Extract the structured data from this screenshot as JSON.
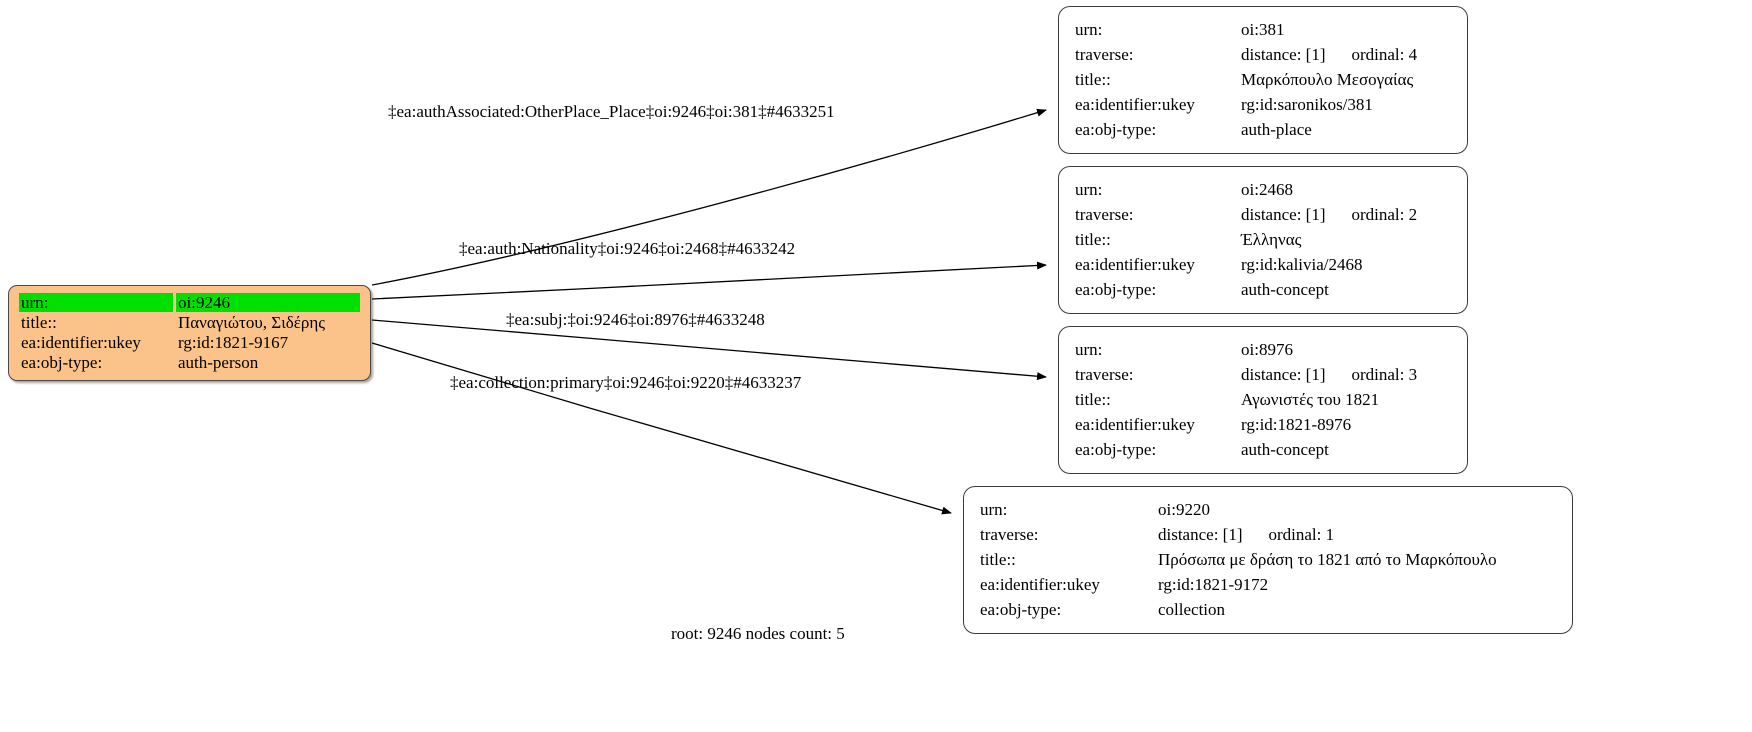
{
  "graph": {
    "caption": "root: 9246 nodes count: 5",
    "colors": {
      "root_fill": "#fbc38a",
      "highlight": "#00e000",
      "node_border": "#3c3c3c",
      "edge": "#000000"
    },
    "root_node": {
      "name": "root-node-9246",
      "rows": [
        {
          "key": "urn:",
          "value": "oi:9246",
          "highlighted": true
        },
        {
          "key": "title::",
          "value": "Παναγιώτου, Σιδέρης",
          "highlighted": false
        },
        {
          "key": "ea:identifier:ukey",
          "value": "rg:id:1821-9167",
          "highlighted": false
        },
        {
          "key": "ea:obj-type:",
          "value": "auth-person",
          "highlighted": false
        }
      ]
    },
    "nodes": [
      {
        "id": "381",
        "urn_label": "urn:",
        "urn": "oi:381",
        "traverse_label": "traverse:",
        "distance": "distance: [1]",
        "ordinal": "ordinal: 4",
        "title_label": "title::",
        "title": "Μαρκόπουλο Μεσογαίας",
        "ukey_label": "ea:identifier:ukey",
        "ukey": "rg:id:saronikos/381",
        "objtype_label": "ea:obj-type:",
        "objtype": "auth-place"
      },
      {
        "id": "2468",
        "urn_label": "urn:",
        "urn": "oi:2468",
        "traverse_label": "traverse:",
        "distance": "distance: [1]",
        "ordinal": "ordinal: 2",
        "title_label": "title::",
        "title": "Έλληνας",
        "ukey_label": "ea:identifier:ukey",
        "ukey": "rg:id:kalivia/2468",
        "objtype_label": "ea:obj-type:",
        "objtype": "auth-concept"
      },
      {
        "id": "8976",
        "urn_label": "urn:",
        "urn": "oi:8976",
        "traverse_label": "traverse:",
        "distance": "distance: [1]",
        "ordinal": "ordinal: 3",
        "title_label": "title::",
        "title": "Αγωνιστές του 1821",
        "ukey_label": "ea:identifier:ukey",
        "ukey": "rg:id:1821-8976",
        "objtype_label": "ea:obj-type:",
        "objtype": "auth-concept"
      },
      {
        "id": "9220",
        "urn_label": "urn:",
        "urn": "oi:9220",
        "traverse_label": "traverse:",
        "distance": "distance: [1]",
        "ordinal": "ordinal: 1",
        "title_label": "title::",
        "title": "Πρόσωπα με δράση το 1821 από το Μαρκόπουλο",
        "ukey_label": "ea:identifier:ukey",
        "ukey": "rg:id:1821-9172",
        "objtype_label": "ea:obj-type:",
        "objtype": "collection"
      }
    ],
    "edges": [
      {
        "label": "‡ea:authAssociated:OtherPlace_Place‡oi:9246‡oi:381‡#4633251",
        "from": "9246",
        "to": "381"
      },
      {
        "label": "‡ea:auth:Nationality‡oi:9246‡oi:2468‡#4633242",
        "from": "9246",
        "to": "2468"
      },
      {
        "label": "‡ea:subj:‡oi:9246‡oi:8976‡#4633248",
        "from": "9246",
        "to": "8976"
      },
      {
        "label": "‡ea:collection:primary‡oi:9246‡oi:9220‡#4633237",
        "from": "9246",
        "to": "9220"
      }
    ]
  }
}
